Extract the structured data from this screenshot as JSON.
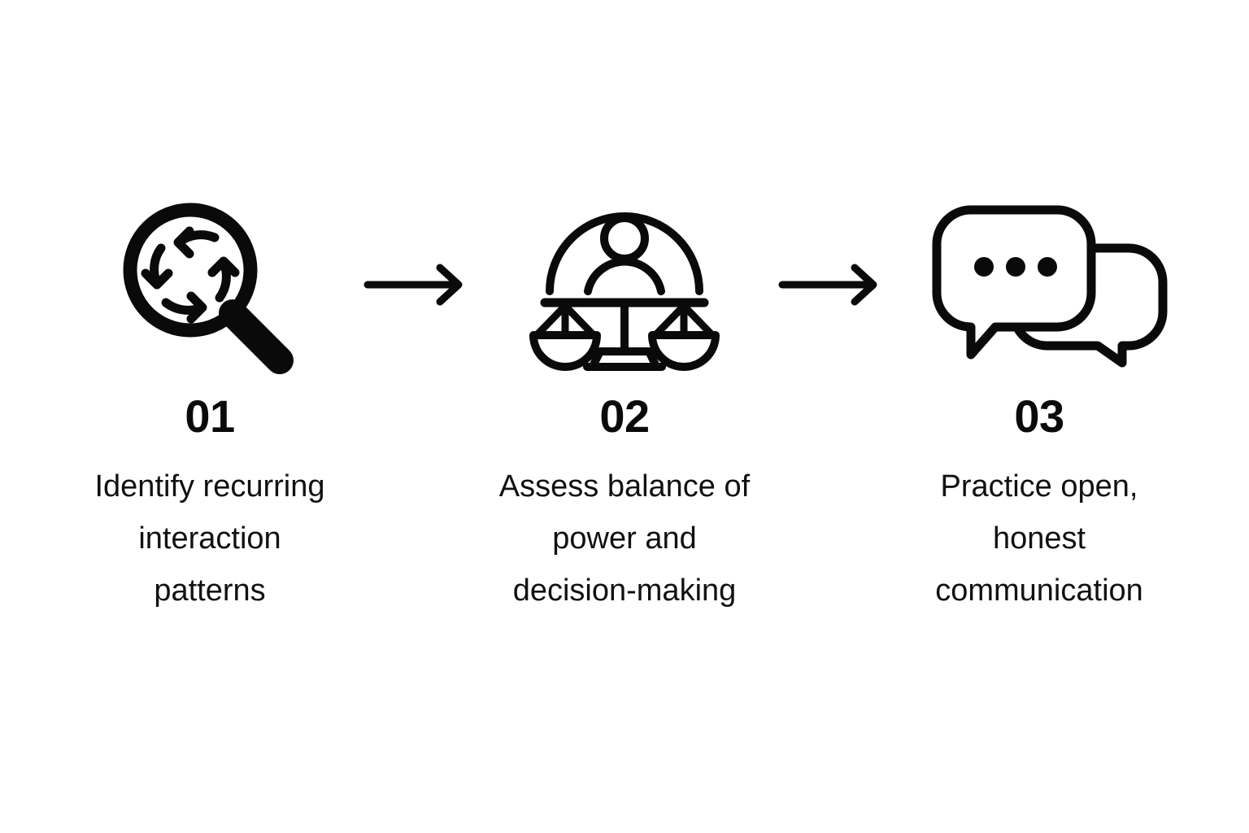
{
  "diagram": {
    "type": "process-flow",
    "orientation": "horizontal",
    "background_color": "#ffffff",
    "stroke_color": "#0a0a0a",
    "step_count": 3,
    "connector_count": 2,
    "steps": [
      {
        "number": "01",
        "icon": "magnifier-cycle-icon",
        "icon_description": "magnifying glass containing four circular cycle arrows",
        "text": "Identify recurring\ninteraction\npatterns",
        "text_plain": "Identify recurring interaction patterns"
      },
      {
        "number": "02",
        "icon": "balance-scale-person-icon",
        "icon_description": "balance scale with a person figure beneath a dome arc",
        "text": "Assess balance of\npower and\ndecision-making",
        "text_plain": "Assess balance of power and decision-making"
      },
      {
        "number": "03",
        "icon": "speech-bubbles-icon",
        "icon_description": "two overlapping speech bubbles, front one with three dots",
        "text": "Practice open,\nhonest\ncommunication",
        "text_plain": "Practice open, honest communication"
      }
    ],
    "connectors": [
      {
        "icon": "arrow-right-icon",
        "from": "01",
        "to": "02"
      },
      {
        "icon": "arrow-right-icon",
        "from": "02",
        "to": "03"
      }
    ]
  }
}
